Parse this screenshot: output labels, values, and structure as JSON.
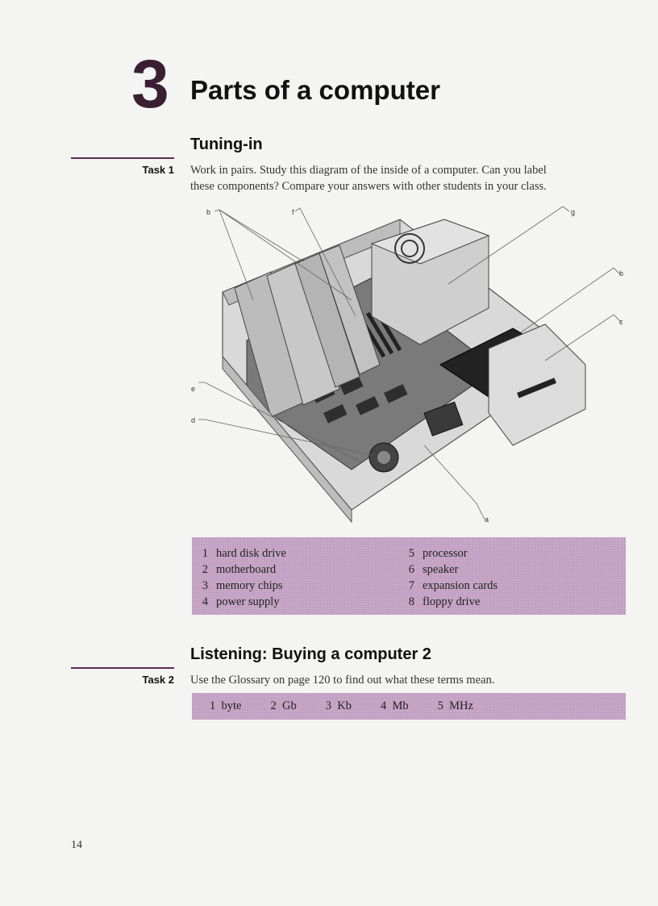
{
  "chapter": {
    "number": "3",
    "title": "Parts of a computer"
  },
  "sections": {
    "tuning_in": "Tuning-in",
    "listening": "Listening: Buying a computer 2"
  },
  "task1": {
    "label": "Task 1",
    "instructions_line1": "Work in pairs. Study this diagram of the inside of a computer. Can you label",
    "instructions_line2": "these components? Compare your answers with other students in your class."
  },
  "diagram_labels": {
    "a": "a",
    "b": "b",
    "c": "c",
    "d": "d",
    "e": "e",
    "f": "f",
    "g": "g",
    "h": "h"
  },
  "components": [
    {
      "num": "1",
      "name": "hard disk drive"
    },
    {
      "num": "2",
      "name": "motherboard"
    },
    {
      "num": "3",
      "name": "memory chips"
    },
    {
      "num": "4",
      "name": "power supply"
    },
    {
      "num": "5",
      "name": "processor"
    },
    {
      "num": "6",
      "name": "speaker"
    },
    {
      "num": "7",
      "name": "expansion cards"
    },
    {
      "num": "8",
      "name": "floppy drive"
    }
  ],
  "task2": {
    "label": "Task 2",
    "instructions": "Use the Glossary on page 120 to find out what these terms mean."
  },
  "terms": [
    {
      "num": "1",
      "name": "byte"
    },
    {
      "num": "2",
      "name": "Gb"
    },
    {
      "num": "3",
      "name": "Kb"
    },
    {
      "num": "4",
      "name": "Mb"
    },
    {
      "num": "5",
      "name": "MHz"
    }
  ],
  "page_number": "14",
  "colors": {
    "accent": "#5a2e52",
    "box": "#c19ec0",
    "chapter_number": "#3a1f34"
  }
}
